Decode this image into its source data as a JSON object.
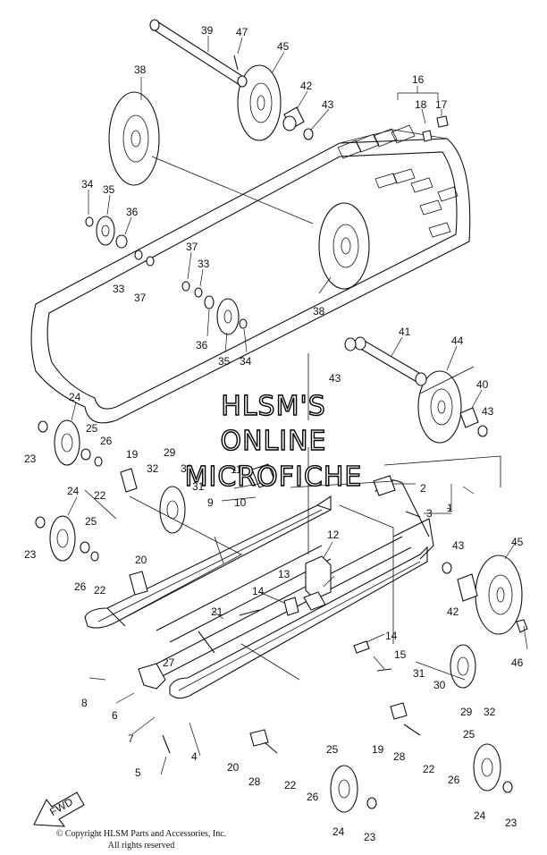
{
  "watermark": [
    "HLSM'S",
    "ONLINE",
    "MICROFICHE"
  ],
  "fwd_label": "FWD",
  "copyright": [
    "© Copyright HLSM Parts and Accessories, Inc.",
    "All rights reserved"
  ],
  "labels": [
    "1",
    "2",
    "3",
    "4",
    "5",
    "6",
    "7",
    "8",
    "9",
    "10",
    "11",
    "12",
    "13",
    "14",
    "15",
    "16",
    "17",
    "18",
    "19",
    "20",
    "21",
    "22",
    "23",
    "24",
    "25",
    "26",
    "27",
    "28",
    "29",
    "30",
    "31",
    "32",
    "33",
    "34",
    "35",
    "36",
    "37",
    "38",
    "39",
    "40",
    "41",
    "42",
    "43",
    "44",
    "45",
    "46",
    "47"
  ]
}
